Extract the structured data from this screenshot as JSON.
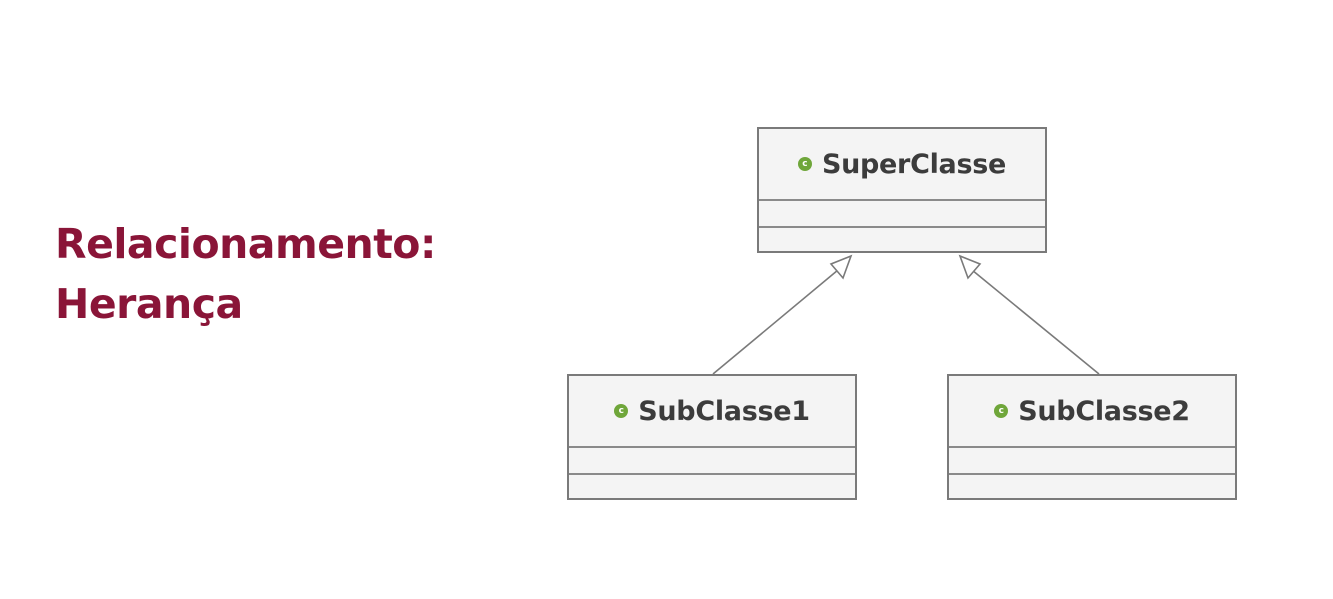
{
  "slide": {
    "title_line1": "Relacionamento:",
    "title_line2": "Herança",
    "title_color": "#8a1538"
  },
  "diagram": {
    "superclass": {
      "name": "SuperClasse",
      "icon": "class-c-icon"
    },
    "subclasses": [
      {
        "name": "SubClasse1",
        "icon": "class-c-icon"
      },
      {
        "name": "SubClasse2",
        "icon": "class-c-icon"
      }
    ],
    "relationship": "generalization",
    "icon_color": "#6fa63a",
    "icon_letter": "c",
    "box_border_color": "#7a7a7a",
    "box_fill_color": "#f4f4f4"
  }
}
